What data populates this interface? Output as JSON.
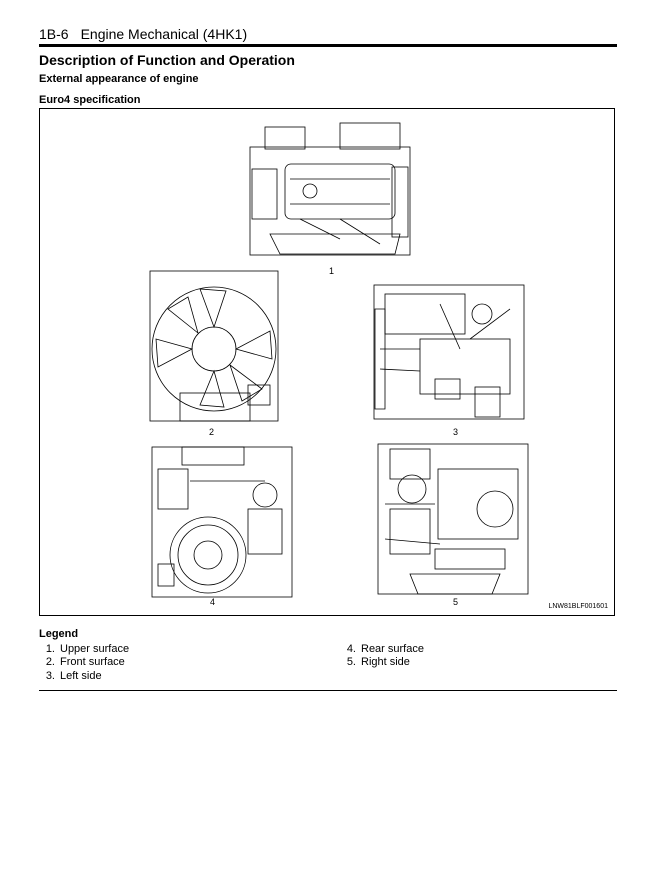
{
  "header": {
    "code": "1B-6",
    "title": "Engine Mechanical (4HK1)"
  },
  "headings": {
    "main": "Description of Function and Operation",
    "sub": "External appearance of engine",
    "spec": "Euro4 specification"
  },
  "figure": {
    "views": [
      {
        "number": "1"
      },
      {
        "number": "2"
      },
      {
        "number": "3"
      },
      {
        "number": "4"
      },
      {
        "number": "5"
      }
    ],
    "code": "LNW81BLF001601"
  },
  "legend": {
    "title": "Legend",
    "items": [
      {
        "n": "1.",
        "label": "Upper surface"
      },
      {
        "n": "2.",
        "label": "Front surface"
      },
      {
        "n": "3.",
        "label": "Left side"
      },
      {
        "n": "4.",
        "label": "Rear surface"
      },
      {
        "n": "5.",
        "label": "Right side"
      }
    ]
  }
}
